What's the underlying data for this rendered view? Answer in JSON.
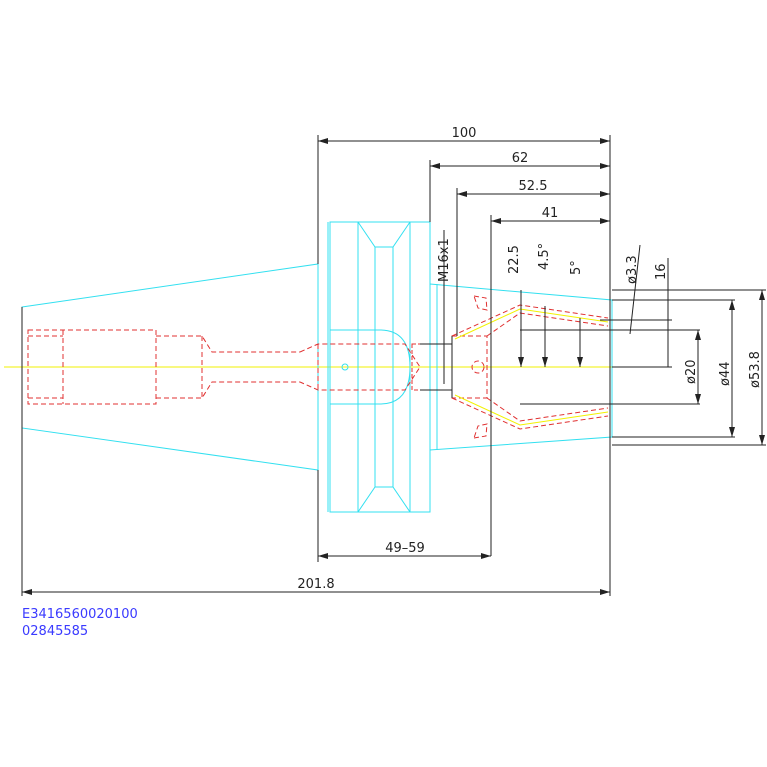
{
  "dimensions": {
    "d100": "100",
    "d62": "62",
    "d52_5": "52.5",
    "d41": "41",
    "d22_5": "22.5",
    "a4_5": "4.5°",
    "a5": "5°",
    "m16": "M16x1",
    "dia3_3": "ø3.3",
    "d16": "16",
    "dia20": "ø20",
    "dia44": "ø44",
    "dia53_8": "ø53.8",
    "d49_59": "49–59",
    "d201_8": "201.8"
  },
  "part": {
    "code1": "E3416560020100",
    "code2": "02845585"
  },
  "colors": {
    "outline": "#33e0f0",
    "hidden": "#e03030",
    "centerline": "#f2f200",
    "dimension": "#222222",
    "text_blue": "#3a3aff"
  }
}
